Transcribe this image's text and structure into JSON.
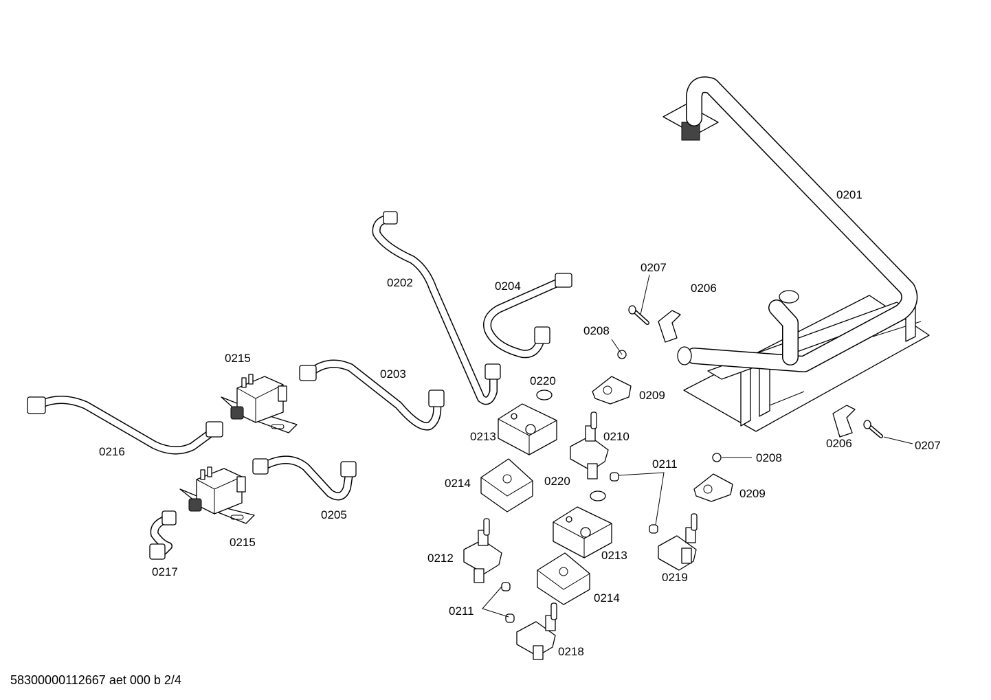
{
  "labels": {
    "p0201": "0201",
    "p0202": "0202",
    "p0203": "0203",
    "p0204": "0204",
    "p0205": "0205",
    "p0206a": "0206",
    "p0206b": "0206",
    "p0207a": "0207",
    "p0207b": "0207",
    "p0208a": "0208",
    "p0208b": "0208",
    "p0209a": "0209",
    "p0209b": "0209",
    "p0210": "0210",
    "p0211a": "0211",
    "p0211b": "0211",
    "p0212": "0212",
    "p0213a": "0213",
    "p0213b": "0213",
    "p0214a": "0214",
    "p0214b": "0214",
    "p0215a": "0215",
    "p0215b": "0215",
    "p0216": "0216",
    "p0217": "0217",
    "p0218": "0218",
    "p0219": "0219",
    "p0220a": "0220",
    "p0220b": "0220"
  },
  "footer": "58300000112667 aet 000 b 2/4"
}
